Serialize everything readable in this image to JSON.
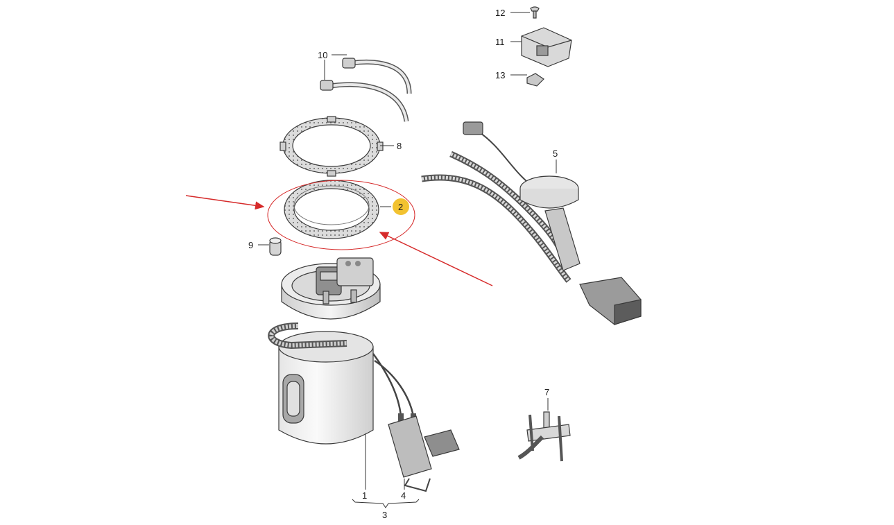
{
  "diagram": {
    "callouts": {
      "c1": "1",
      "c2": "2",
      "c3": "3",
      "c4": "4",
      "c5": "5",
      "c7": "7",
      "c8": "8",
      "c9": "9",
      "c10": "10",
      "c11": "11",
      "c12": "12",
      "c13": "13"
    },
    "highlight_color": "#f2c230",
    "arrow_color": "#d62a2a"
  }
}
